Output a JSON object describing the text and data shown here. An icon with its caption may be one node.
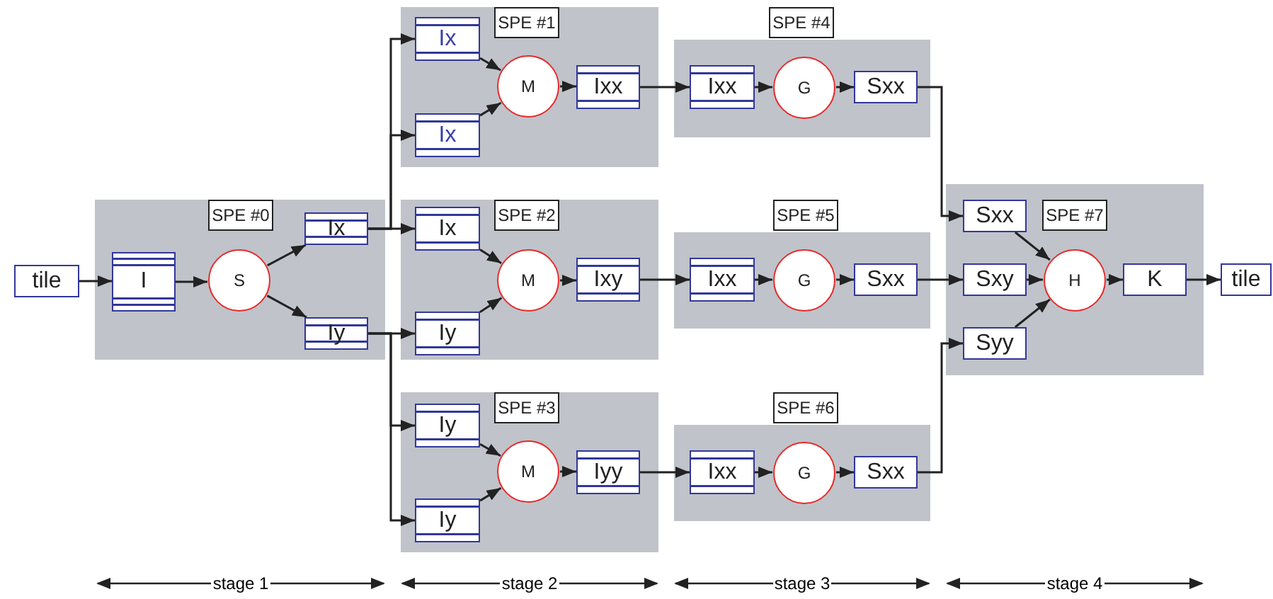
{
  "diagram": {
    "nodes": [
      {
        "text": [
          "tile"
        ]
      },
      {
        "text": [
          "SPE #0"
        ]
      },
      {
        "text": [
          "I"
        ],
        "in": 1
      },
      {
        "text": [
          "S"
        ],
        "in": 1
      },
      {
        "text": [
          "Ix"
        ],
        "in": 1
      },
      {
        "text": [
          "Iy"
        ],
        "in": 1
      },
      {
        "text": [
          "SPE #1"
        ]
      },
      {
        "text": [
          "Ix"
        ],
        "in": 6
      },
      {
        "text": [
          "Ix"
        ],
        "in": 6
      },
      {
        "text": [
          "M"
        ],
        "in": 6
      },
      {
        "text": [
          "Ixx"
        ],
        "in": 6
      },
      {
        "text": [
          "SPE #2"
        ]
      },
      {
        "text": [
          "Ix"
        ],
        "in": 11
      },
      {
        "text": [
          "Iy"
        ],
        "in": 11
      },
      {
        "text": [
          "M"
        ],
        "in": 11
      },
      {
        "text": [
          "Ixy"
        ],
        "in": 11
      },
      {
        "text": [
          "SPE #3"
        ]
      },
      {
        "text": [
          "Iy"
        ],
        "in": 16
      },
      {
        "text": [
          "Iy"
        ],
        "in": 16
      },
      {
        "text": [
          "M"
        ],
        "in": 16
      },
      {
        "text": [
          "Iyy"
        ],
        "in": 16
      },
      {
        "text": [
          "SPE #4"
        ]
      },
      {
        "text": [
          "Ixx"
        ],
        "in": 21
      },
      {
        "text": [
          "G"
        ],
        "in": 21
      },
      {
        "text": [
          "Sxx"
        ],
        "in": 21
      },
      {
        "text": [
          "SPE #5"
        ]
      },
      {
        "text": [
          "Ixx"
        ],
        "in": 25
      },
      {
        "text": [
          "G"
        ],
        "in": 25
      },
      {
        "text": [
          "Sxx"
        ],
        "in": 25
      },
      {
        "text": [
          "SPE #6"
        ]
      },
      {
        "text": [
          "Ixx"
        ],
        "in": 29
      },
      {
        "text": [
          "G"
        ],
        "in": 29
      },
      {
        "text": [
          "Sxx"
        ],
        "in": 29
      },
      {
        "text": [
          "SPE #7"
        ]
      },
      {
        "text": [
          "Sxx"
        ],
        "in": 33
      },
      {
        "text": [
          "Sxy"
        ],
        "in": 33
      },
      {
        "text": [
          "Syy"
        ],
        "in": 33
      },
      {
        "text": [
          "H"
        ],
        "in": 33
      },
      {
        "text": [
          "K"
        ],
        "in": 33
      },
      {
        "text": [
          "tile"
        ]
      }
    ],
    "edges": [
      {
        "from": 0,
        "to": 2,
        "arrow": "to"
      },
      {
        "from": 2,
        "to": 3,
        "arrow": "to"
      },
      {
        "from": 3,
        "to": 4,
        "arrow": "to"
      },
      {
        "from": 3,
        "to": 5,
        "arrow": "to"
      },
      {
        "from": 4,
        "to": 7,
        "arrow": "to"
      },
      {
        "from": 4,
        "to": 8,
        "arrow": "to"
      },
      {
        "from": 4,
        "to": 12,
        "arrow": "to"
      },
      {
        "from": 5,
        "to": 13,
        "arrow": "to"
      },
      {
        "from": 5,
        "to": 17,
        "arrow": "to"
      },
      {
        "from": 5,
        "to": 18,
        "arrow": "to"
      },
      {
        "from": 7,
        "to": 9,
        "arrow": "to"
      },
      {
        "from": 8,
        "to": 9,
        "arrow": "to"
      },
      {
        "from": 9,
        "to": 10,
        "arrow": "to"
      },
      {
        "from": 10,
        "to": 22,
        "arrow": "to"
      },
      {
        "from": 12,
        "to": 14,
        "arrow": "to"
      },
      {
        "from": 13,
        "to": 14,
        "arrow": "to"
      },
      {
        "from": 14,
        "to": 15,
        "arrow": "to"
      },
      {
        "from": 15,
        "to": 26,
        "arrow": "to"
      },
      {
        "from": 17,
        "to": 19,
        "arrow": "to"
      },
      {
        "from": 18,
        "to": 19,
        "arrow": "to"
      },
      {
        "from": 19,
        "to": 20,
        "arrow": "to"
      },
      {
        "from": 20,
        "to": 30,
        "arrow": "to"
      },
      {
        "from": 22,
        "to": 23,
        "arrow": "to"
      },
      {
        "from": 23,
        "to": 24,
        "arrow": "to"
      },
      {
        "from": 26,
        "to": 27,
        "arrow": "to"
      },
      {
        "from": 27,
        "to": 28,
        "arrow": "to"
      },
      {
        "from": 30,
        "to": 31,
        "arrow": "to"
      },
      {
        "from": 31,
        "to": 32,
        "arrow": "to"
      },
      {
        "from": 24,
        "to": 34,
        "arrow": "to"
      },
      {
        "from": 28,
        "to": 35,
        "arrow": "to"
      },
      {
        "from": 32,
        "to": 36,
        "arrow": "to"
      },
      {
        "from": 34,
        "to": 37,
        "arrow": "to"
      },
      {
        "from": 35,
        "to": 37,
        "arrow": "to"
      },
      {
        "from": 36,
        "to": 37,
        "arrow": "to"
      },
      {
        "from": 37,
        "to": 38,
        "arrow": "to"
      },
      {
        "from": 38,
        "to": 39,
        "arrow": "to"
      }
    ],
    "labels": [
      "stage 1",
      "stage 2",
      "stage 3",
      "stage 4"
    ]
  }
}
